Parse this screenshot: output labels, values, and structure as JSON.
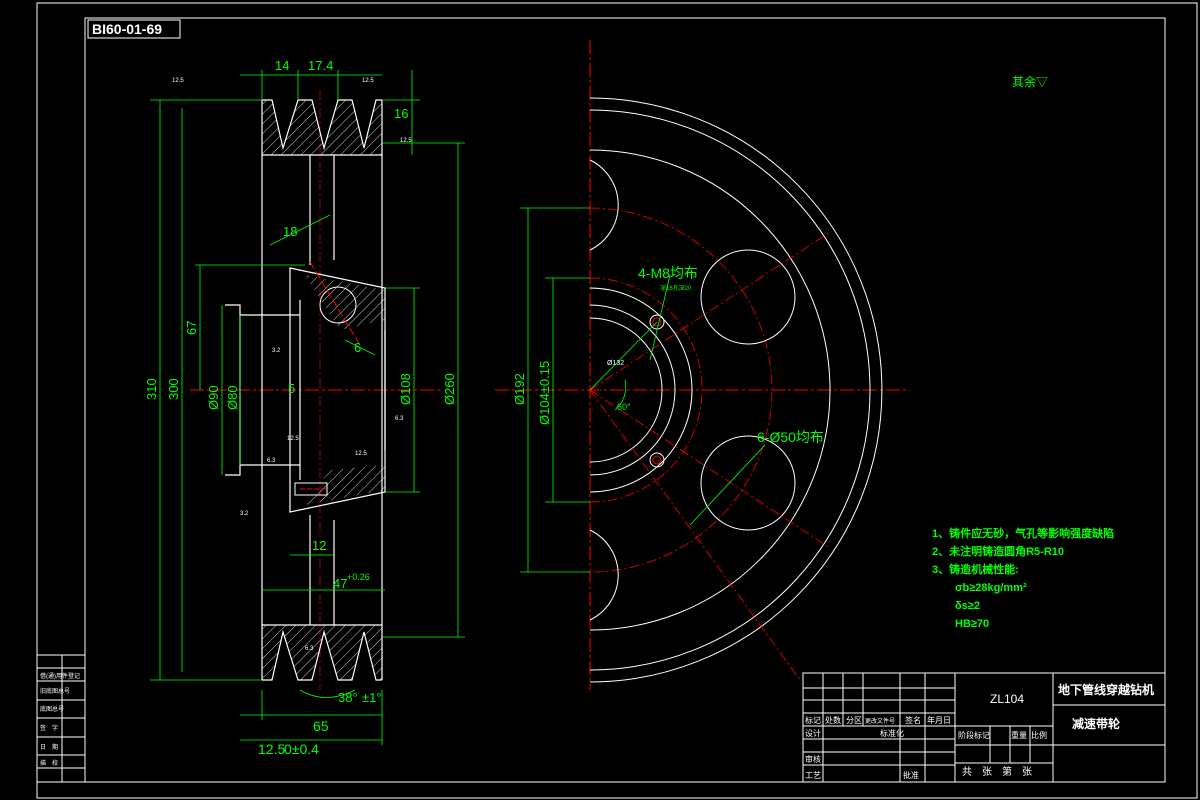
{
  "drawing_number": "BI60-01-69",
  "surface_finish_note": "其余▽",
  "dimensions": {
    "d14": "14",
    "d17_4": "17.4",
    "d16": "16",
    "d18": "18",
    "d67": "67",
    "d310": "310",
    "d300": "300",
    "d90": "Ø90",
    "d80": "Ø80",
    "d108": "Ø108",
    "d260": "Ø260",
    "d5": "5",
    "d12": "12",
    "d47": "47",
    "d47_tol": "+0.26",
    "d65": "65",
    "d12_5": "12.5",
    "d12_5_tol": "0±0.4",
    "d6": "6",
    "d38": "38°",
    "d38_tol": "±1°",
    "d192": "Ø192",
    "d104": "Ø104±0.15",
    "d_hole_small": "Ø132",
    "angle_60": "60°",
    "holes_m8": "4-M8均布",
    "holes_m8_sub": "深16孔深20",
    "holes_50": "6-Ø50均布"
  },
  "roughness": [
    "12.5",
    "12.5",
    "12.5",
    "3.2",
    "12.5",
    "6.3",
    "12.5",
    "6.3",
    "3.2",
    "6.3"
  ],
  "tech_notes": [
    "1、铸件应无砂，气孔等影响强度缺陷",
    "2、未注明铸造圆角R5-R10",
    "3、铸造机械性能:",
    "σb≥28kg/mm²",
    "δs≥2",
    "HB≥70"
  ],
  "title_block": {
    "material": "ZL104",
    "project": "地下管线穿越钻机",
    "part_name": "减速带轮",
    "header_labels": [
      "标记",
      "处数",
      "分区",
      "更改文件号",
      "签名",
      "年月日"
    ],
    "left_labels": [
      "设计",
      "审核",
      "工艺"
    ],
    "standard": "标准化",
    "approve": "批准",
    "stage_labels": [
      "阶段标记",
      "重量",
      "比例"
    ],
    "sheet": "共　张　第　张"
  },
  "side_block": [
    "借(通)用件登记",
    "旧底图总号",
    "底图总号",
    "签　字",
    "日　期",
    "描　校"
  ]
}
